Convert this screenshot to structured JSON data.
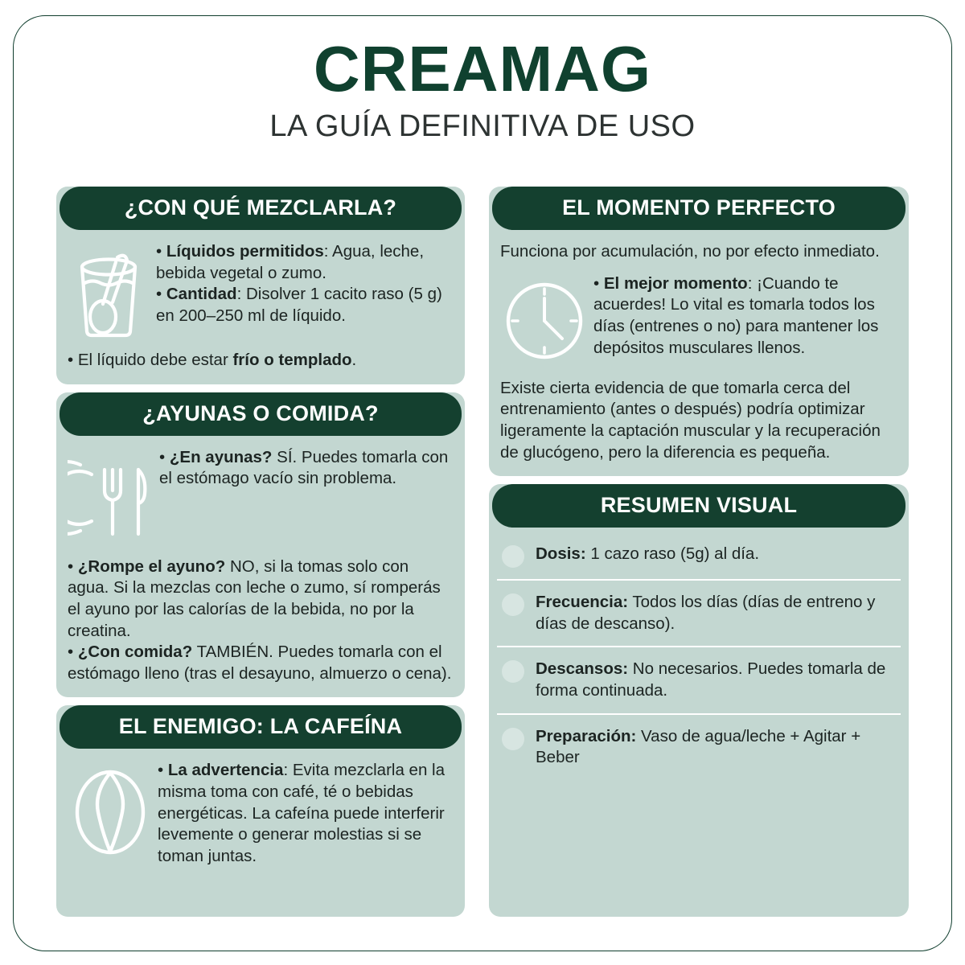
{
  "theme": {
    "dark_green": "#14402f",
    "panel_bg": "#c3d7d1",
    "brand_green": "#10412f",
    "text": "#1c2422",
    "dot": "#d7e5e1",
    "divider": "#ffffff"
  },
  "header": {
    "brand": "CREAMAG",
    "subtitle": "LA GUÍA DEFINITIVA DE USO"
  },
  "left_column": {
    "mix": {
      "heading": "¿CON QUÉ MEZCLARLA?",
      "icon": "glass-with-spoon-icon",
      "bullets": [
        {
          "label": "Líquidos permitidos",
          "sep": ": ",
          "text": "Agua, leche, bebida vegetal o zumo."
        },
        {
          "label": "Cantidad",
          "sep": ": ",
          "text": "Disolver 1 cacito raso (5 g) en 200–250 ml de líquido."
        }
      ],
      "footer_prefix": "El líquido debe estar ",
      "footer_bold": "frío o templado",
      "footer_suffix": "."
    },
    "fasting": {
      "heading": "¿AYUNAS O COMIDA?",
      "icon": "plate-fork-knife-icon",
      "icon_bullet": {
        "label": "¿En ayunas?",
        "sep": " ",
        "text": "SÍ. Puedes tomarla con el estómago vacío sin problema."
      },
      "bullets": [
        {
          "label": "¿Rompe el ayuno?",
          "sep": " ",
          "text": "NO, si la tomas solo con agua. Si la mezclas con leche o zumo, sí romperás el ayuno por las calorías de la bebida, no por la creatina."
        },
        {
          "label": "¿Con comida?",
          "sep": " ",
          "text": "TAMBIÉN. Puedes tomarla con el estómago lleno (tras el desayuno, almuerzo o cena)."
        }
      ]
    },
    "caffeine": {
      "heading": "EL ENEMIGO: LA CAFEÍNA",
      "icon": "coffee-bean-icon",
      "bullets": [
        {
          "label": "La advertencia",
          "sep": ": ",
          "text": "Evita mezclarla en la misma toma con café, té o bebidas energéticas. La cafeína puede interferir levemente o generar molestias si se toman juntas."
        }
      ]
    }
  },
  "right_column": {
    "timing": {
      "heading": "EL MOMENTO PERFECTO",
      "icon": "clock-icon",
      "intro": "Funciona por acumulación, no por efecto inmediato.",
      "icon_bullet": {
        "label": "El mejor momento",
        "sep": ": ",
        "text": "¡Cuando te acuerdes! Lo vital es tomarla todos los días (entrenes o no) para mantener los depósitos musculares llenos."
      },
      "outro": "Existe cierta evidencia de que tomarla cerca del entrenamiento (antes o después) podría optimizar ligeramente la captación muscular y la recuperación de glucógeno, pero la diferencia es pequeña."
    },
    "summary": {
      "heading": "RESUMEN VISUAL",
      "items": [
        {
          "label": "Dosis:",
          "text": " 1 cazo raso (5g) al día."
        },
        {
          "label": "Frecuencia:",
          "text": " Todos los días (días de entreno y días de descanso)."
        },
        {
          "label": "Descansos:",
          "text": " No necesarios. Puedes tomarla de forma continuada."
        },
        {
          "label": "Preparación:",
          "text": " Vaso de agua/leche + Agitar + Beber"
        }
      ]
    }
  }
}
